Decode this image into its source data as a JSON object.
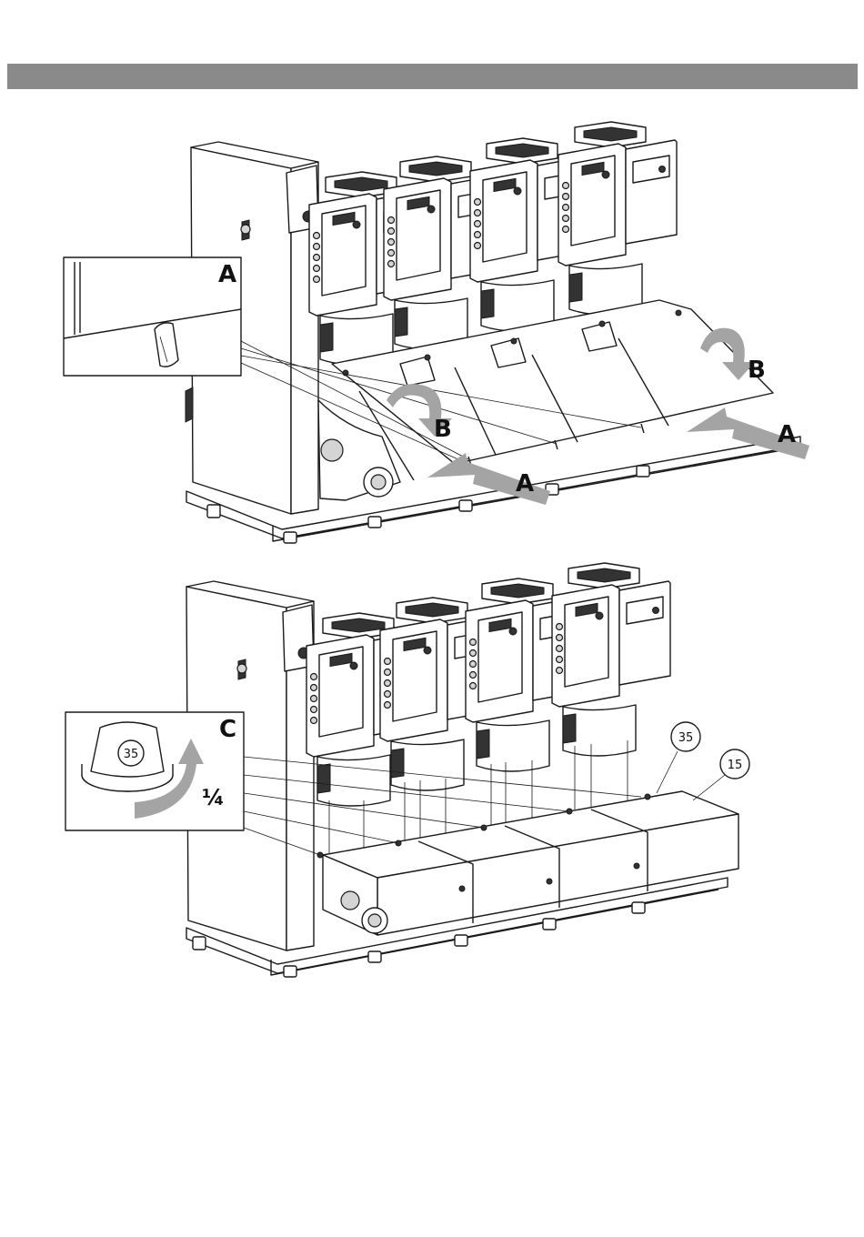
{
  "diagram": {
    "top_figure": {
      "inset_label": "A",
      "arrow_labels": [
        "B",
        "B",
        "A",
        "A"
      ]
    },
    "bottom_figure": {
      "inset_label": "C",
      "knob_number": "35",
      "rotation_label": "¼",
      "callouts": [
        "35",
        "15"
      ]
    }
  }
}
